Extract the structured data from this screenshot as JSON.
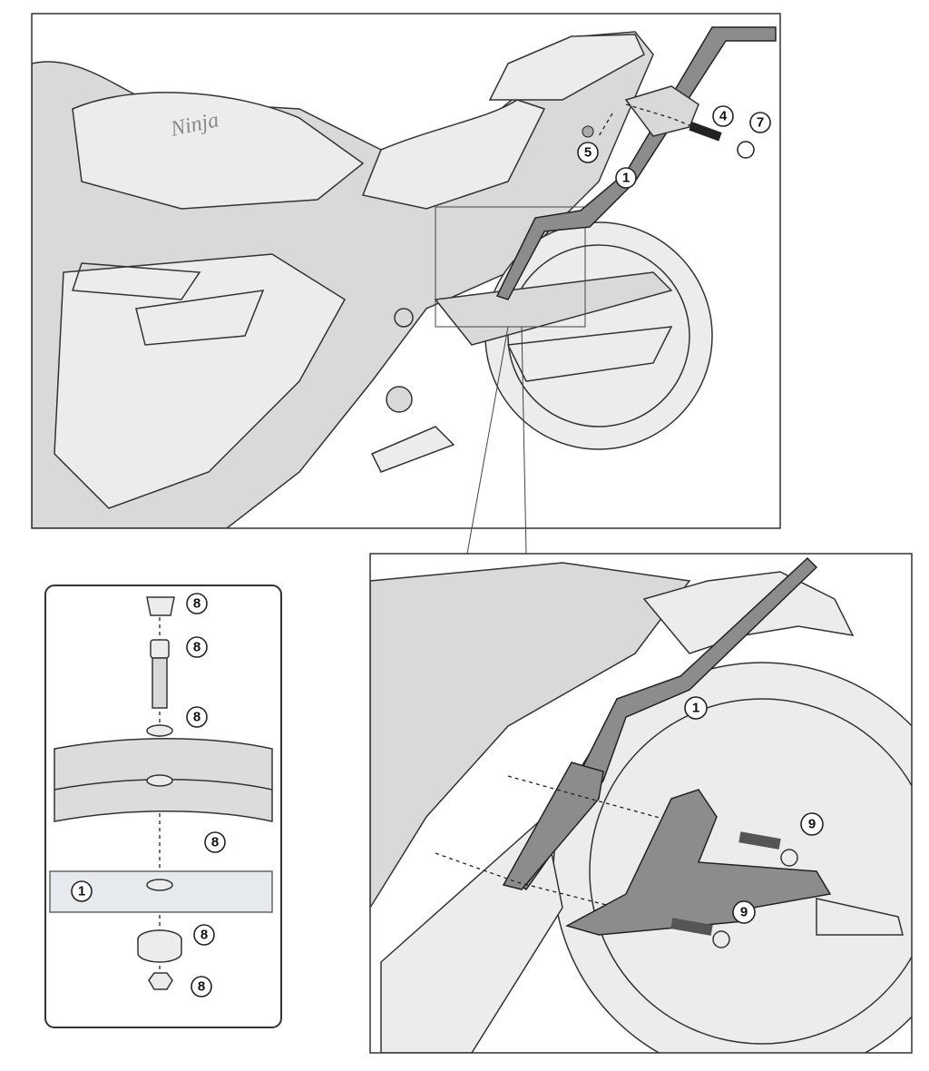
{
  "logo_text": "Ninja",
  "overview_panel": {
    "callouts": [
      "4",
      "5",
      "1",
      "7"
    ]
  },
  "hardware_panel": {
    "callouts": [
      "8",
      "8",
      "8",
      "8",
      "1",
      "8",
      "8"
    ]
  },
  "detail_panel": {
    "callouts": [
      "1",
      "9",
      "9"
    ]
  },
  "colors": {
    "line": "#333333",
    "fill": "#d9d9d9",
    "bracket": "#8c8c8c"
  }
}
